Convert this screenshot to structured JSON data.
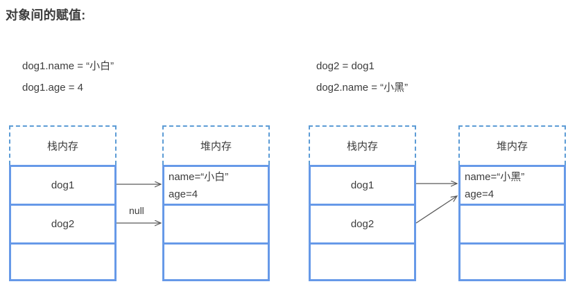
{
  "title": "对象间的赋值:",
  "code": {
    "left": {
      "lines": [
        "dog1.name = “小白”",
        "dog1.age = 4"
      ]
    },
    "right": {
      "lines": [
        "dog2 = dog1",
        "dog2.name = “小黑”"
      ]
    }
  },
  "colors": {
    "box_border": "#6699e8",
    "dashed_border": "#5b9bd5",
    "text": "#3c3c3c",
    "arrow": "#595959"
  },
  "diagrams": [
    {
      "id": "before",
      "stack": {
        "header": "栈内存",
        "cells": [
          "dog1",
          "dog2",
          ""
        ]
      },
      "heap": {
        "header": "堆内存",
        "cells": [
          {
            "lines": [
              "name=“小白”",
              "age=4"
            ]
          },
          {
            "lines": []
          },
          {
            "lines": []
          }
        ]
      },
      "labels": {
        "null": "null"
      }
    },
    {
      "id": "after",
      "stack": {
        "header": "栈内存",
        "cells": [
          "dog1",
          "dog2",
          ""
        ]
      },
      "heap": {
        "header": "堆内存",
        "cells": [
          {
            "lines": [
              "name=“小黑”",
              "age=4"
            ]
          },
          {
            "lines": []
          },
          {
            "lines": []
          }
        ]
      },
      "labels": {
        "null": ""
      }
    }
  ]
}
